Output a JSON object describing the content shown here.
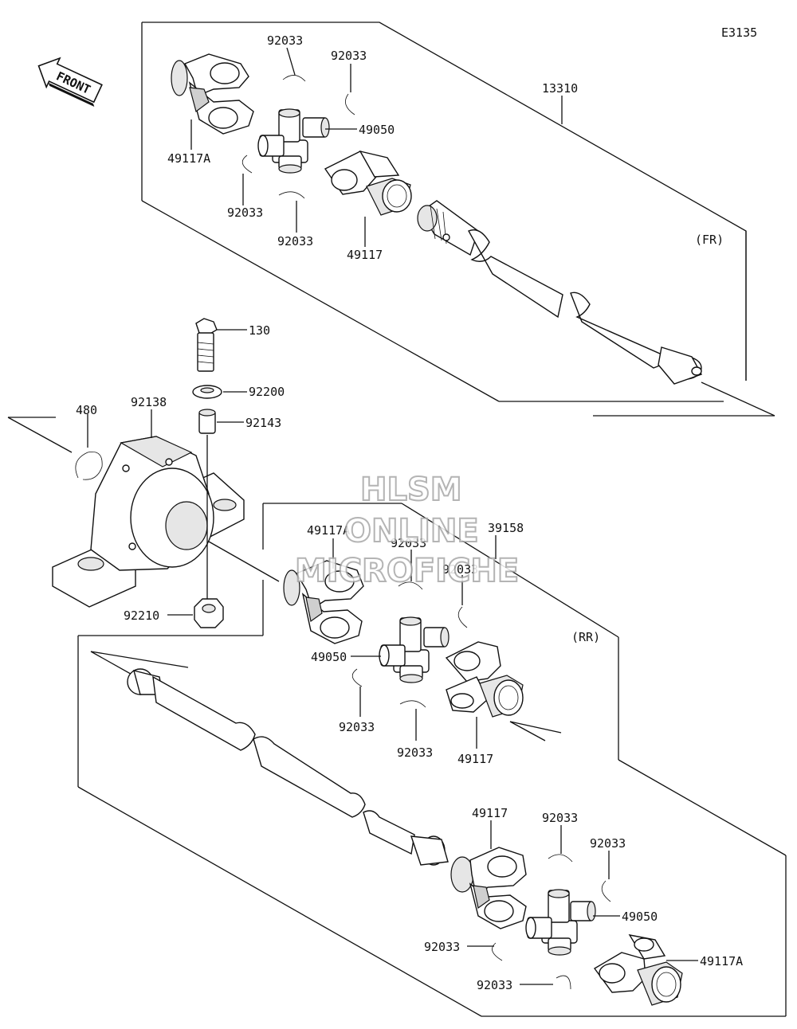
{
  "diagram_id": "E3135",
  "front_label": "FRONT",
  "watermark": {
    "line1": "HLSM",
    "line2": "ONLINE",
    "line3": "MICROFICHE"
  },
  "section_labels": {
    "front_shaft": "(FR)",
    "rear_shaft": "(RR)"
  },
  "callouts": {
    "top_92033_a": "92033",
    "top_92033_b": "92033",
    "top_13310": "13310",
    "top_49050": "49050",
    "top_49117A": "49117A",
    "top_92033_c": "92033",
    "top_92033_d": "92033",
    "top_49117": "49117",
    "mid_130": "130",
    "mid_480": "480",
    "mid_92138": "92138",
    "mid_92200": "92200",
    "mid_92143": "92143",
    "mid_92210": "92210",
    "rr_49117A": "49117A",
    "rr_92033_a": "92033",
    "rr_39158": "39158",
    "rr_92033_b": "92033",
    "rr_49050": "49050",
    "rr_92033_c": "92033",
    "rr_92033_d": "92033",
    "rr_49117": "49117",
    "bot_49117": "49117",
    "bot_92033_a": "92033",
    "bot_92033_b": "92033",
    "bot_49050": "49050",
    "bot_92033_c": "92033",
    "bot_49117A": "49117A",
    "bot_92033_d": "92033"
  }
}
